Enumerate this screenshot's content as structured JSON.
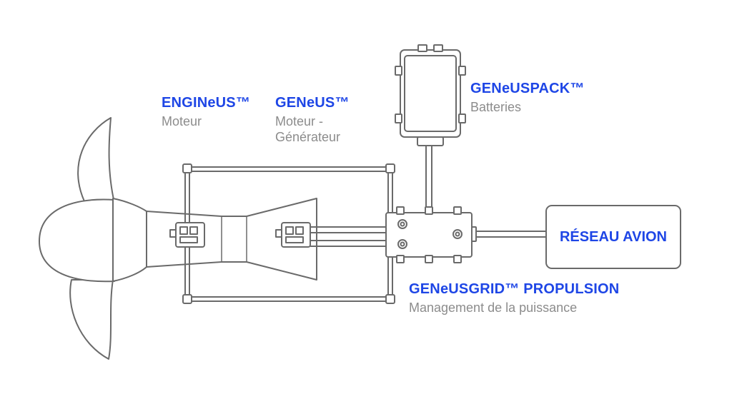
{
  "labels": {
    "engine": {
      "title": "ENGINeUS™",
      "subtitle": "Moteur"
    },
    "generator": {
      "title": "GENeUS™",
      "subtitle_line1": "Moteur -",
      "subtitle_line2": "Générateur"
    },
    "battery": {
      "title": "GENeUSPACK™",
      "subtitle": "Batteries"
    },
    "grid": {
      "title": "GENeUSGRID™ PROPULSION",
      "subtitle": "Management de la puissance"
    },
    "network": {
      "title": "RÉSEAU AVION"
    }
  },
  "colors": {
    "accent": "#1e46e6",
    "subtitle": "#8c8c8c",
    "line": "#6a6a6a",
    "background": "#ffffff"
  }
}
